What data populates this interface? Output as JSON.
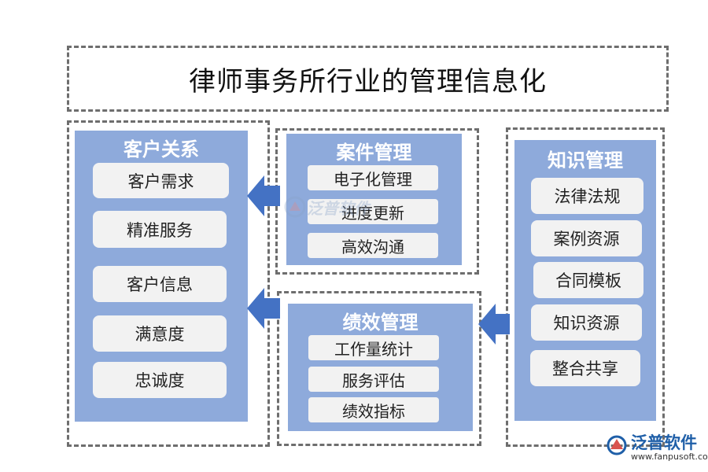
{
  "title": "律师事务所行业的管理信息化",
  "client_relations": {
    "title": "客户关系",
    "items": [
      "客户需求",
      "精准服务",
      "客户信息",
      "满意度",
      "忠诚度"
    ]
  },
  "case_management": {
    "title": "案件管理",
    "items": [
      "电子化管理",
      "进度更新",
      "高效沟通"
    ]
  },
  "performance_management": {
    "title": "绩效管理",
    "items": [
      "工作量统计",
      "服务评估",
      "绩效指标"
    ]
  },
  "knowledge_management": {
    "title": "知识管理",
    "items": [
      "法律法规",
      "案例资源",
      "合同模板",
      "知识资源",
      "整合共享"
    ]
  },
  "watermark": {
    "text": "泛普软件"
  },
  "logo": {
    "name": "泛普软件",
    "url": "www.fanpusoft.com"
  },
  "colors": {
    "panel": "#8eaadb",
    "item": "#f2f2f2",
    "arrow": "#4472c4",
    "dash": "#6e6e6e"
  }
}
